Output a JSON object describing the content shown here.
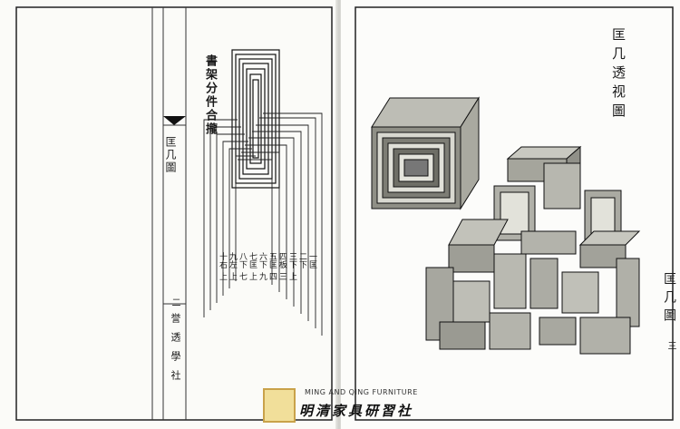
{
  "left_page": {
    "title": "匡几圖",
    "caption": "書架分件合攏",
    "page_number": "二",
    "margin_text": "誉透學社",
    "part_labels": [
      "一匡",
      "二下",
      "三下",
      "四板",
      "五匡",
      "六下",
      "七匡",
      "八下",
      "九左",
      "十右"
    ],
    "part_labels_second": [
      "",
      "",
      "上",
      "三",
      "四",
      "九",
      "上",
      "七",
      "上",
      "上"
    ]
  },
  "right_page": {
    "title": "匡几透视圖",
    "side_title": "匡几圖",
    "page_number": "三"
  },
  "watermark": {
    "english": "MING AND QING FURNITURE",
    "chinese": "明清家具研習社"
  }
}
